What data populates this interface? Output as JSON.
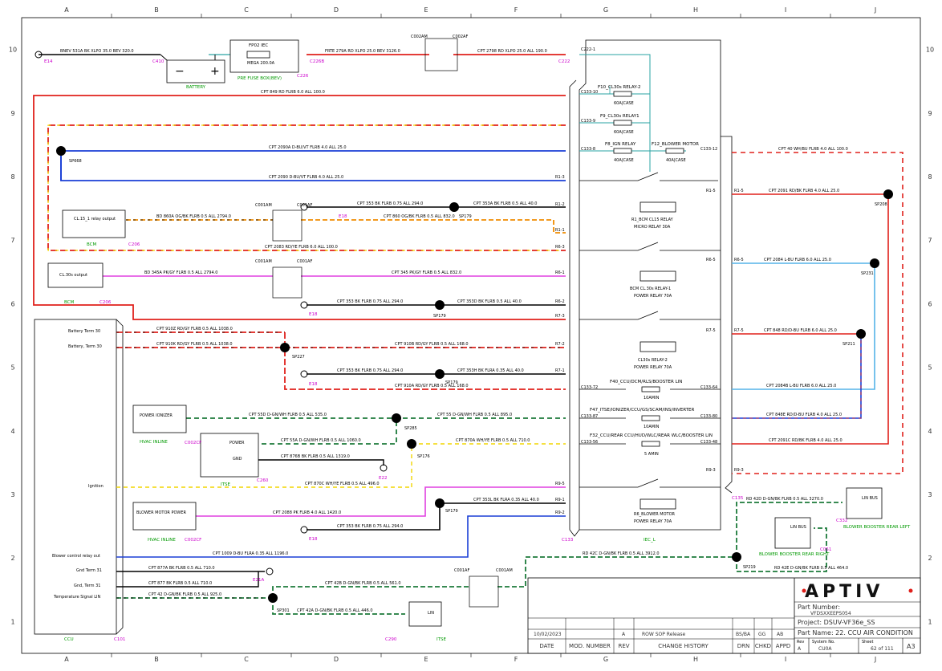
{
  "grid": {
    "columns": [
      "A",
      "B",
      "C",
      "D",
      "E",
      "F",
      "G",
      "H",
      "I",
      "J"
    ],
    "rows": [
      "10",
      "9",
      "8",
      "7",
      "6",
      "5",
      "4",
      "3",
      "2",
      "1"
    ]
  },
  "colors": {
    "red": "#e0201b",
    "black": "#000000",
    "blue": "#1a3fd6",
    "yellow": "#f2d600",
    "orange": "#f08c00",
    "magenta": "#e040e0",
    "teal": "#2aa3a3",
    "green": "#1c7a3a",
    "lightblue": "#55b4e8",
    "connector_label": "#cc00cc",
    "component_label": "#009900"
  },
  "components": {
    "battery": "BATTERY",
    "fuse_box_title": "FP02 IEC",
    "fuse_box_sub": "MEGA 200.0A",
    "pre_fuse_box": "PRE FUSE BOX(BEV)",
    "bcm": "BCM",
    "bcm_out1": "CL.15_1 relay output",
    "bcm_out2": "CL.30s output",
    "ccu": "CCU",
    "ccu_pins": [
      "Battery Term 30",
      "Battery, Term 30",
      "Ignition",
      "Blower control relay out",
      "Gnd Term 31",
      "Gnd, Term 31",
      "Temperature Signal LIN"
    ],
    "ionizer": "POWER IONIZER",
    "hvac_inline1": "HVAC INLINE",
    "hvac_inline2": "HVAC INLINE",
    "blower_motor_power": "BLOWER MOTOR POWER",
    "itse1": "ITSE",
    "itse_power": "POWER",
    "itse_gnd": "GND",
    "itse2": "ITSE",
    "lin_label": "LIN",
    "lin_bus1": "LIN BUS",
    "lin_bus2": "LIN BUS",
    "blower_rear_left": "BLOWER BOOSTER REAR LEFT",
    "blower_rear_right": "BLOWER BOOSTER REAR RIGHT",
    "iec_label": "IEC_L"
  },
  "fuses": [
    {
      "name": "F10_CL30s RELAY-2",
      "rating": "60A|CASE"
    },
    {
      "name": "F9_CL30s RELAY1",
      "rating": "60A|CASE"
    },
    {
      "name": "F8_IGN RELAY",
      "rating": "40A|CASE"
    },
    {
      "name": "F12_BLOWER MOTOR",
      "rating": "40A|CASE"
    },
    {
      "name": "F40_CCU/DCM/RLS/BOOSTER LIN",
      "rating": "10AMIN"
    },
    {
      "name": "F47_ITSE/IONIZER/CCU/GS/SCAM/INS/INVERTER",
      "rating": "10AMIN"
    },
    {
      "name": "F32_CCU/REAR CCU/HUD/WLC/REAR WLC/BOOSTER LIN",
      "rating": "5 AMIN"
    }
  ],
  "relays": [
    {
      "name": "R1_BCM CL15 RELAY",
      "type": "MICRO RELAY 30A"
    },
    {
      "name": "BCM CL.30s RELAY-1",
      "type": "POWER RELAY 70A"
    },
    {
      "name": "CL30s RELAY-2",
      "type": "POWER RELAY 70A"
    },
    {
      "name": "R6_BLOWER MOTOR",
      "type": "POWER RELAY 70A"
    }
  ],
  "wires": {
    "w1": "BNEV 531A BK XLPO 35.0 BEV 320.0",
    "w2": "FRTE 279A RD XLPO 25.0 BEV 3126.0",
    "w3": "CPT 2798 RD XLPO 25.0 ALL 190.0",
    "w4": "CPT 849 RD FLRB 6.0 ALL 100.0",
    "w5": "CPT 2090A D-BU/VT FLRB 4.0 ALL 25.0",
    "w6": "CPT 2090 D-BU/VT FLRB 4.0 ALL 25.0",
    "w7": "CPT 353 BK FLRB 0.75 ALL 294.0",
    "w8": "CPT 353A BK FLRB 0.5 ALL 40.0",
    "w9": "BD 860A OG/BK FLRB 0.5 ALL 2794.0",
    "w10": "CPT 860 OG/BK FLRB 0.5 ALL 832.0",
    "w11": "CPT 2083 RD/YE FLRB 6.0 ALL 100.0",
    "w12": "BD 345A PK/GY FLRB 0.5 ALL 2794.0",
    "w13": "CPT 345 PK/GY FLRB 0.5 ALL 832.0",
    "w14": "CPT 353 BK FLRB 0.75 ALL 294.0",
    "w15": "CPT 353D BK FLRB 0.5 ALL 40.0",
    "w16": "CPT 910Z RD/GY FLRB 0.5 ALL 1038.0",
    "w17": "CPT 910K RD/GY FLRB 0.5 ALL 1038.0",
    "w18": "CPT 910B RD/GY FLRB 0.5 ALL 168.0",
    "w19": "CPT 353 BK FLRB 0.75 ALL 294.0",
    "w20": "CPT 353H BK FLRA 0.35 ALL 40.0",
    "w21": "CPT 910A RD/GY FLRB 0.5 ALL 168.0",
    "w22": "CPT 55D D-GN/WH FLRB 0.5 ALL 535.0",
    "w23": "CPT 55 D-GN/WH FLRB 0.5 ALL 895.0",
    "w24": "CPT 55A D-GN/WH FLRB 0.5 ALL 1060.0",
    "w25": "CPT 870A WH/YE FLRB 0.5 ALL 710.0",
    "w26": "CPT 876B BK FLRB 0.5 ALL 1319.0",
    "w27": "CPT 870C WH/YE FLRB 0.5 ALL 496.0",
    "w28": "CPT 353L BK FLRA 0.35 ALL 40.0",
    "w29": "CPT 2088 PK FLRB 4.0 ALL 1420.0",
    "w30": "CPT 353 BK FLRB 0.75 ALL 294.0",
    "w31": "CPT 1009 D-BU FLRA 0.35 ALL 1196.0",
    "w32": "CPT 877A BK FLRB 0.5 ALL 710.0",
    "w33": "CPT 877 BK FLRB 0.5 ALL 710.0",
    "w34": "CPT 42B D-GN/BK FLRB 0.5 ALL 561.0",
    "w35": "CPT 42 D-GN/BK FLRB 0.5 ALL 925.0",
    "w36": "CPT 42A D-GN/BK FLRB 0.5 ALL 446.0",
    "w37": "RD 42C D-GN/BK FLRB 0.5 ALL 3912.0",
    "w38": "RD 42D D-GN/BK FLRB 0.5 ALL 3270.0",
    "w39": "RD 42E D-GN/BK FLRB 0.5 ALL 464.0",
    "w40": "CPT 40 WH/BU FLRB 4.0 ALL 100.0",
    "w41": "CPT 2091 RD/BK FLRB 4.0 ALL 25.0",
    "w42": "CPT 2084 L-BU FLRB 6.0 ALL 25.0",
    "w43": "CPT 848 RD/D-BU FLRB 6.0 ALL 25.0",
    "w44": "CPT 2084B L-BU FLRB 6.0 ALL 25.0",
    "w45": "CPT 848E RD/D-BU FLRB 4.0 ALL 25.0",
    "w46": "CPT 2091C RD/BK FLRB 4.0 ALL 25.0"
  },
  "connectors": {
    "c_e14": "E14",
    "c_c410": "C410",
    "c_c226": "C226",
    "c_c226b": "C226B",
    "c_c002am": "C002AM",
    "c_c002af": "C002AF",
    "c_c222": "C222",
    "c_c2221": "C222-1",
    "c_c13310": "C133-10",
    "c_c1339": "C133-9",
    "c_c1338": "C133-8",
    "c_c13312": "C133-12",
    "c_c13372": "C133-72",
    "c_c13364": "C133-64",
    "c_c13387": "C133-87",
    "c_c13380": "C133-80",
    "c_c13356": "C133-56",
    "c_c13348": "C133-48",
    "c_c133": "C133",
    "c_c135": "C135",
    "c_sp668": "SP668",
    "c_sp208": "SP208",
    "c_sp231": "SP231",
    "c_sp211": "SP211",
    "c_c001am1": "C001AM",
    "c_c001af1": "C001AF",
    "c_c001am2": "C001AM",
    "c_c001af2": "C001AF",
    "c_e18a": "E18",
    "c_sp179a": "SP179",
    "c_c206a": "C206",
    "c_c206b": "C206",
    "c_e18b": "E18",
    "c_sp179b": "SP179",
    "c_sp227": "SP227",
    "c_e18c": "E18",
    "c_sp179c": "SP179",
    "c_c002cf1": "C002CF",
    "c_sp285": "SP285",
    "c_sp176": "SP176",
    "c_c260": "C260",
    "c_e22": "E22",
    "c_sp179d": "SP179",
    "c_c002cf2": "C002CF",
    "c_e18d": "E18",
    "c_e21a": "E21A",
    "c_sp301": "SP301",
    "c_c101": "C101",
    "c_c001af3": "C001AF",
    "c_c001am3": "C001AM",
    "c_c290": "C290",
    "c_sp219": "SP219",
    "c_c332": "C332",
    "c_c051": "C051",
    "r_r13": "R1-3",
    "r_r12": "R1-2",
    "r_r11": "R1-1",
    "r_r15": "R1-5",
    "r_r15b": "R1-5",
    "r_r63": "R6-3",
    "r_r61": "R6-1",
    "r_r62": "R6-2",
    "r_r65": "R6-5",
    "r_r65b": "R6-5",
    "r_r73": "R7-3",
    "r_r72": "R7-2",
    "r_r71": "R7-1",
    "r_r75": "R7-5",
    "r_r75b": "R7-5",
    "r_r95": "R9-5",
    "r_r91": "R9-1",
    "r_r92": "R9-2",
    "r_r93": "R9-3",
    "r_r93b": "R9-3"
  },
  "title_block": {
    "logo": "APTIV",
    "part_number_label": "Part Number:",
    "part_number": "VFDSXXEEPS054",
    "project": "Project: DSUV-VF36e_SS",
    "part_name": "Part Name: 22. CCU AIR CONDITION",
    "rev_label": "Rev",
    "rev": "A",
    "system_no_label": "System No.",
    "system_no": "CU0A",
    "sheet_label": "Sheet",
    "sheet": "62 of 111",
    "size": "A3",
    "date": "10/02/2023",
    "rev_letter": "A",
    "change": "ROW SOP Release",
    "drn": "BS/BA",
    "chkd": "GG",
    "appd": "AB",
    "headers": [
      "DATE",
      "MOD. NUMBER",
      "REV",
      "CHANGE HISTORY",
      "DRN",
      "CHKD",
      "APPD"
    ]
  }
}
